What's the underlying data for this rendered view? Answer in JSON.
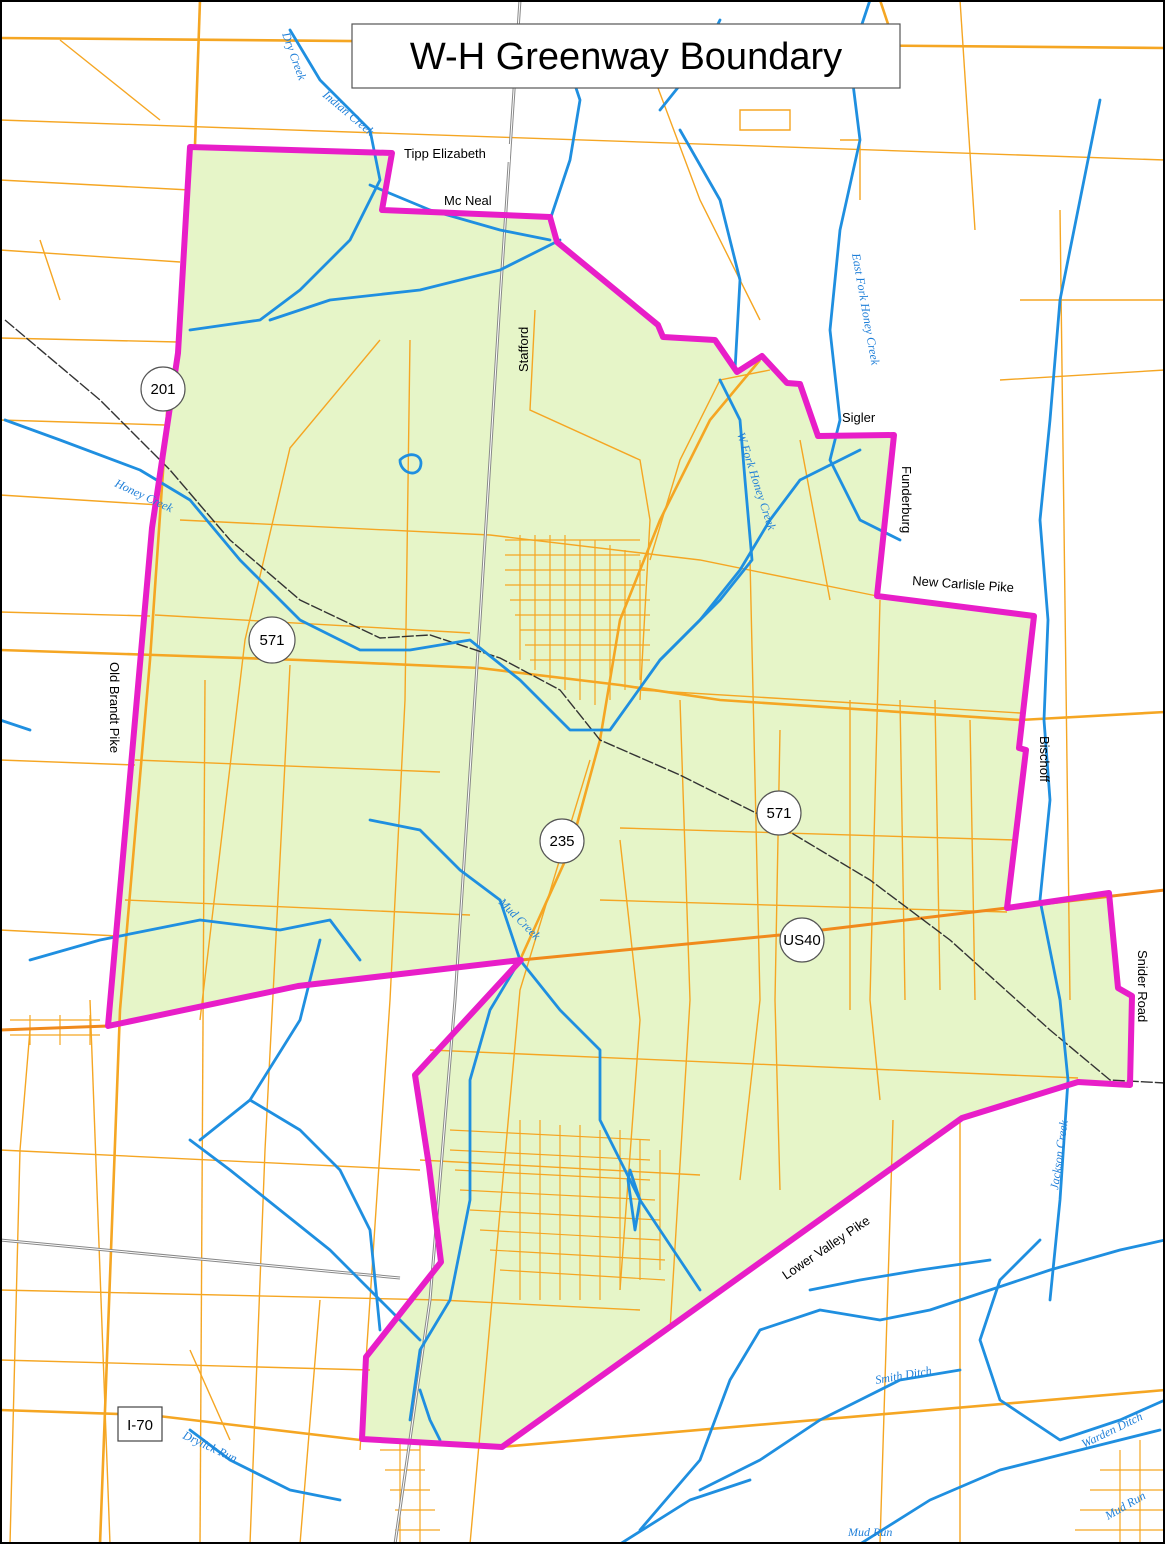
{
  "title": "W-H Greenway Boundary",
  "colors": {
    "boundary": "#e81ec8",
    "greenway_fill": "#e6f5c8",
    "road": "#f5a623",
    "highway": "#f08a1c",
    "water": "#1f8fe0",
    "railroad": "#333333",
    "border": "#000000"
  },
  "road_labels": [
    {
      "id": "tipp-elizabeth",
      "text": "Tipp Elizabeth"
    },
    {
      "id": "mc-neal",
      "text": "Mc Neal"
    },
    {
      "id": "stafford",
      "text": "Stafford"
    },
    {
      "id": "sigler",
      "text": "Sigler"
    },
    {
      "id": "funderburg",
      "text": "Funderburg"
    },
    {
      "id": "new-carlisle-pike",
      "text": "New Carlisle Pike"
    },
    {
      "id": "bischoff",
      "text": "Bischoff"
    },
    {
      "id": "old-brandt-pike",
      "text": "Old Brandt Pike"
    },
    {
      "id": "snider-road",
      "text": "Snider Road"
    },
    {
      "id": "lower-valley-pike",
      "text": "Lower Valley Pike"
    }
  ],
  "creek_labels": [
    {
      "id": "dry-creek",
      "text": "Dry Creek"
    },
    {
      "id": "indian-creek",
      "text": "Indian Creek"
    },
    {
      "id": "east-fork-honey-creek",
      "text": "East Fork Honey Creek"
    },
    {
      "id": "w-fork-honey-creek",
      "text": "W Fork Honey Creek"
    },
    {
      "id": "honey-creek",
      "text": "Honey Creek"
    },
    {
      "id": "mud-creek",
      "text": "Mud Creek"
    },
    {
      "id": "jackson-creek",
      "text": "Jackson Creek"
    },
    {
      "id": "smith-ditch",
      "text": "Smith Ditch"
    },
    {
      "id": "warden-ditch",
      "text": "Warden Ditch"
    },
    {
      "id": "drylick-run",
      "text": "Drylick Run"
    },
    {
      "id": "mud-run-bottom",
      "text": "Mud Run"
    },
    {
      "id": "mud-run-right",
      "text": "Mud Run"
    }
  ],
  "route_shields": [
    {
      "id": "route-201",
      "text": "201",
      "shape": "circle"
    },
    {
      "id": "route-571-west",
      "text": "571",
      "shape": "circle"
    },
    {
      "id": "route-571-east",
      "text": "571",
      "shape": "circle"
    },
    {
      "id": "route-235",
      "text": "235",
      "shape": "circle"
    },
    {
      "id": "route-us40",
      "text": "US40",
      "shape": "circle"
    },
    {
      "id": "route-i70",
      "text": "I-70",
      "shape": "square"
    }
  ]
}
